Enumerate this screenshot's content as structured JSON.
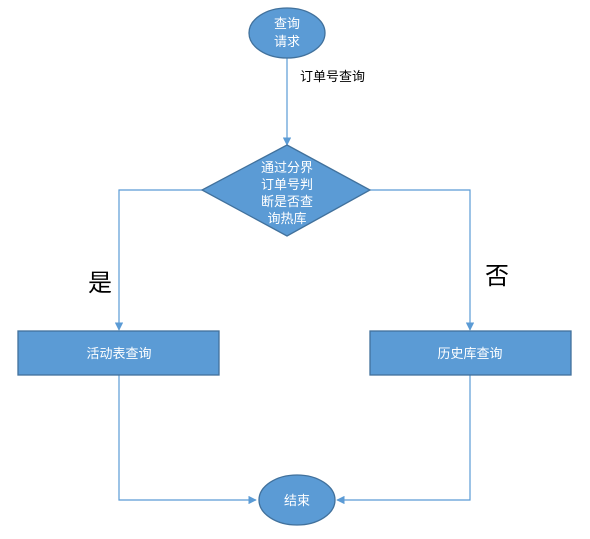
{
  "nodes": {
    "start": {
      "lines": [
        "查询",
        "请求"
      ]
    },
    "decision": {
      "lines": [
        "通过分界",
        "订单号判",
        "断是否查",
        "询热库"
      ]
    },
    "active_query": {
      "label": "活动表查询"
    },
    "history_query": {
      "label": "历史库查询"
    },
    "end": {
      "label": "结束"
    }
  },
  "edges": {
    "start_to_decision": {
      "label": "订单号查询"
    },
    "yes_branch": {
      "label": "是"
    },
    "no_branch": {
      "label": "否"
    }
  },
  "colors": {
    "shape_fill": "#5b9bd5",
    "shape_stroke": "#41719c",
    "connector": "#5b9bd5",
    "node_text": "#ffffff"
  }
}
